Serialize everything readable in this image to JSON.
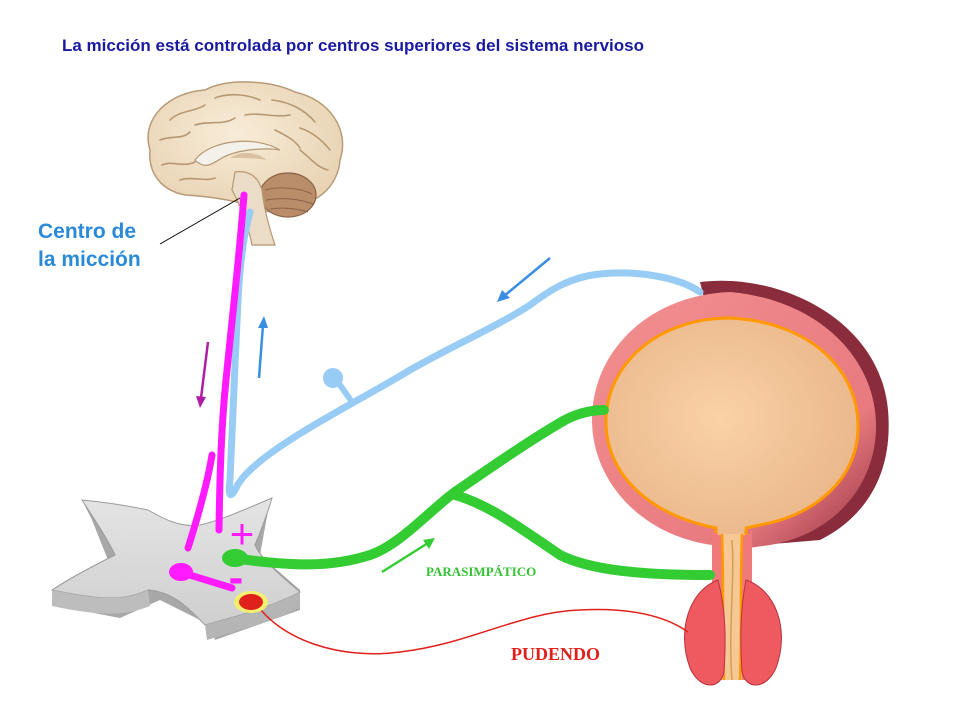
{
  "title": "La micción está controlada por centros superiores del sistema nervioso",
  "center_label": {
    "line1": "Centro de",
    "line2": "la micción"
  },
  "signs": {
    "excitatory": "+",
    "inhibitory": "-"
  },
  "nerves": {
    "parasympathetic": "PARASIMPÁTICO",
    "pudendal": "PUDENDO"
  },
  "colors": {
    "title": "#1a1aa0",
    "center_label": "#2a8ad8",
    "descending_pathway": "#ff1aff",
    "ascending_pathway": "#99ccf5",
    "parasympathetic": "#33cc33",
    "pudendal": "#e0201a",
    "bladder_wall": "#f08a8a",
    "bladder_interior": "#f5c896",
    "bladder_lining": "#ff9900"
  }
}
